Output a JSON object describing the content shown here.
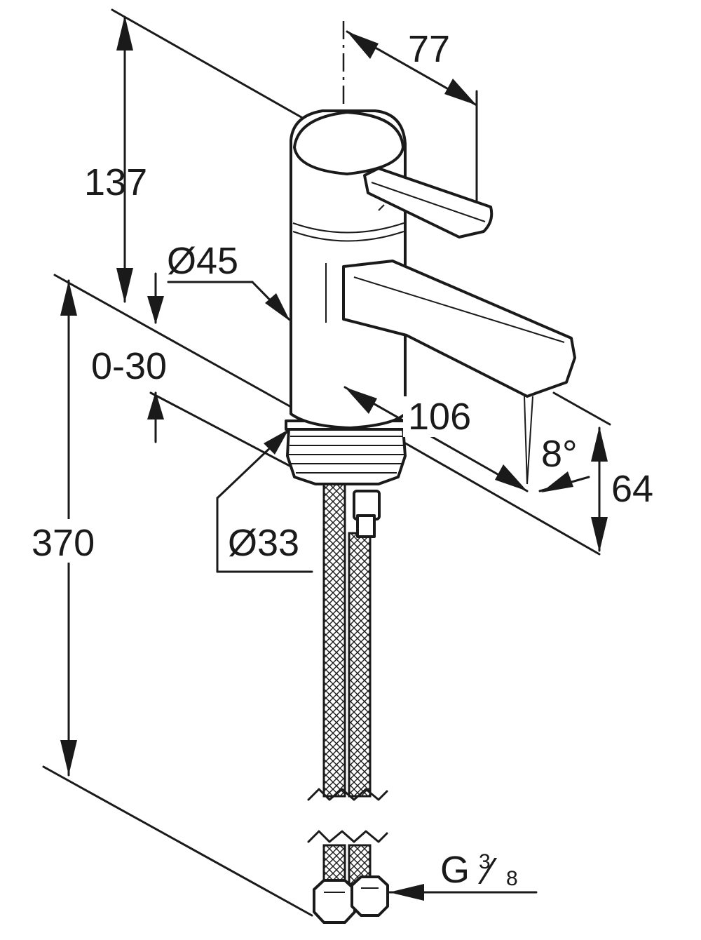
{
  "dimensions": {
    "overall_height": "370",
    "body_height": "137",
    "spout_reach": "77",
    "body_diameter": "Ø45",
    "deck_thickness": "0-30",
    "spout_projection": "106",
    "spout_angle": "8°",
    "spout_height": "64",
    "shank_diameter": "Ø33",
    "connection_prefix": "G",
    "connection_numerator": "3",
    "connection_slash": "⁄",
    "connection_denominator": "8"
  }
}
